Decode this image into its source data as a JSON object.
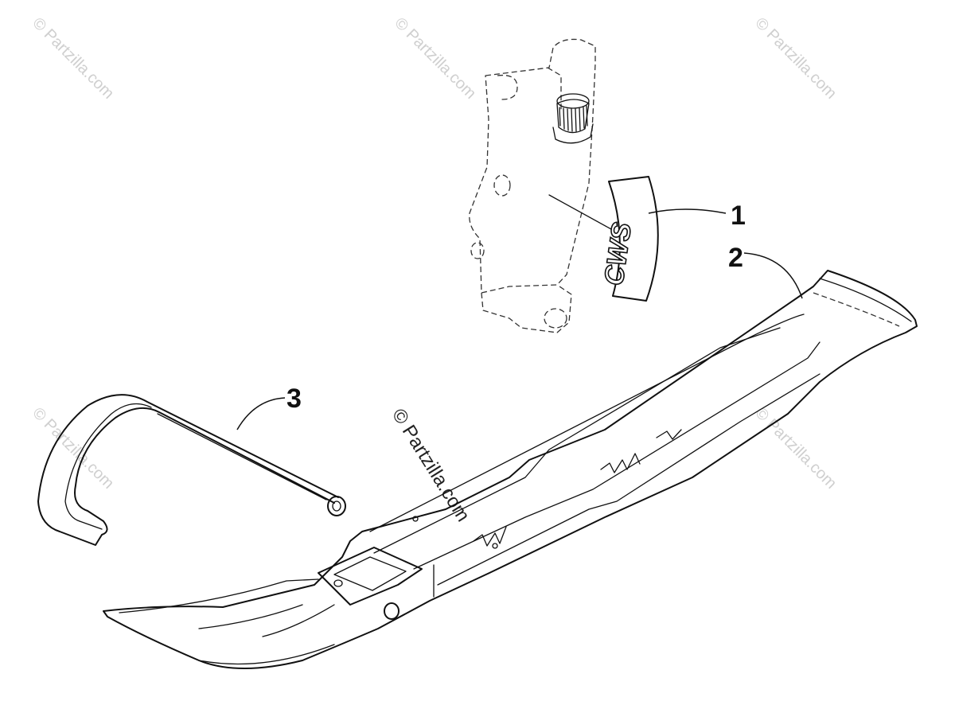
{
  "callouts": [
    {
      "id": "1",
      "label": "1"
    },
    {
      "id": "2",
      "label": "2"
    },
    {
      "id": "3",
      "label": "3"
    }
  ],
  "decal_text": "CWS",
  "watermark": {
    "text": "© Partzilla.com"
  },
  "colors": {
    "line": "#111111",
    "watermark": "#cfcfcf",
    "background": "#ffffff"
  }
}
